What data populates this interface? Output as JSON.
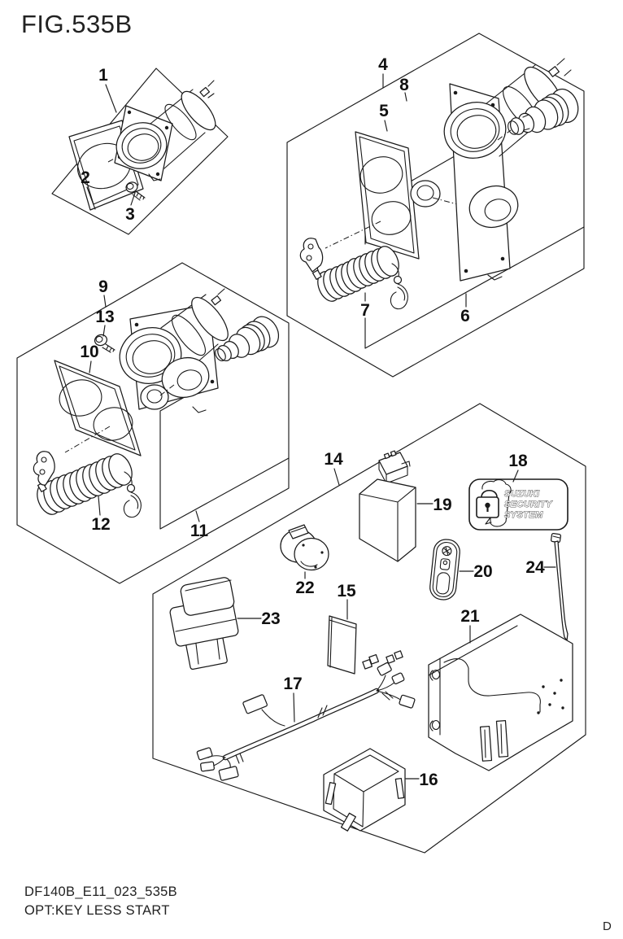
{
  "figure": {
    "title": "FIG.535B",
    "drawing_code": "DF140B_E11_023_535B",
    "option_note": "OPT:KEY LESS START",
    "page_marker": "D"
  },
  "security_decal": {
    "line1": "SUZUKI",
    "line2": "SECURITY",
    "line3": "SYSTEM"
  },
  "part_labels": {
    "n1": "1",
    "n2": "2",
    "n3": "3",
    "n4": "4",
    "n5": "5",
    "n6": "6",
    "n7": "7",
    "n8": "8",
    "n9": "9",
    "n10": "10",
    "n11": "11",
    "n12": "12",
    "n13": "13",
    "n14": "14",
    "n15": "15",
    "n16": "16",
    "n17": "17",
    "n18": "18",
    "n19": "19",
    "n20": "20",
    "n21": "21",
    "n22": "22",
    "n23": "23",
    "n24": "24"
  }
}
